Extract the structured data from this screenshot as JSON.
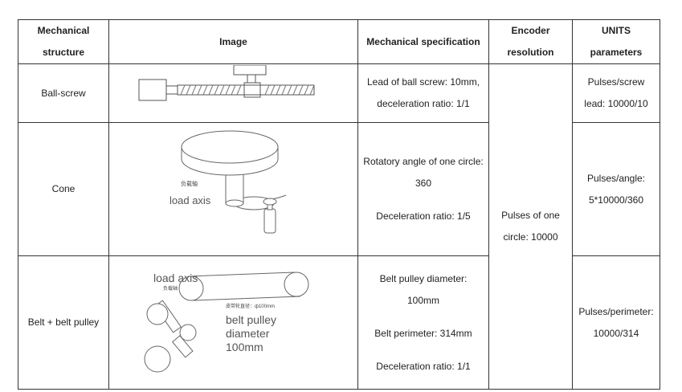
{
  "headers": {
    "structure": [
      "Mechanical",
      "structure"
    ],
    "image": "Image",
    "spec": "Mechanical specification",
    "encoder": [
      "Encoder",
      "resolution"
    ],
    "units": [
      "UNITS",
      "parameters"
    ]
  },
  "encoder_value": [
    "Pulses of one",
    "circle: 10000"
  ],
  "rows": [
    {
      "structure": "Ball-screw",
      "spec": [
        "Lead of ball screw: 10mm,",
        "deceleration ratio: 1/1"
      ],
      "units": [
        "Pulses/screw",
        "lead: 10000/10"
      ]
    },
    {
      "structure": "Cone",
      "spec": [
        "Rotatory angle of one circle:",
        "360",
        "Deceleration ratio: 1/5"
      ],
      "units": [
        "Pulses/angle:",
        "5*10000/360"
      ],
      "image_labels": {
        "cn": "负载轴",
        "en": "load axis"
      }
    },
    {
      "structure": "Belt + belt pulley",
      "spec": [
        "Belt pulley diameter:",
        "100mm",
        "Belt perimeter: 314mm",
        "Deceleration ratio: 1/1"
      ],
      "units": [
        "Pulses/perimeter:",
        "10000/314"
      ],
      "image_labels": {
        "en_load": "load axis",
        "cn_load": "负载轴",
        "cn_diam": "皮带轮直径：ф100mm",
        "diam1": "belt pulley",
        "diam2": "diameter",
        "diam3": "100mm"
      }
    }
  ]
}
